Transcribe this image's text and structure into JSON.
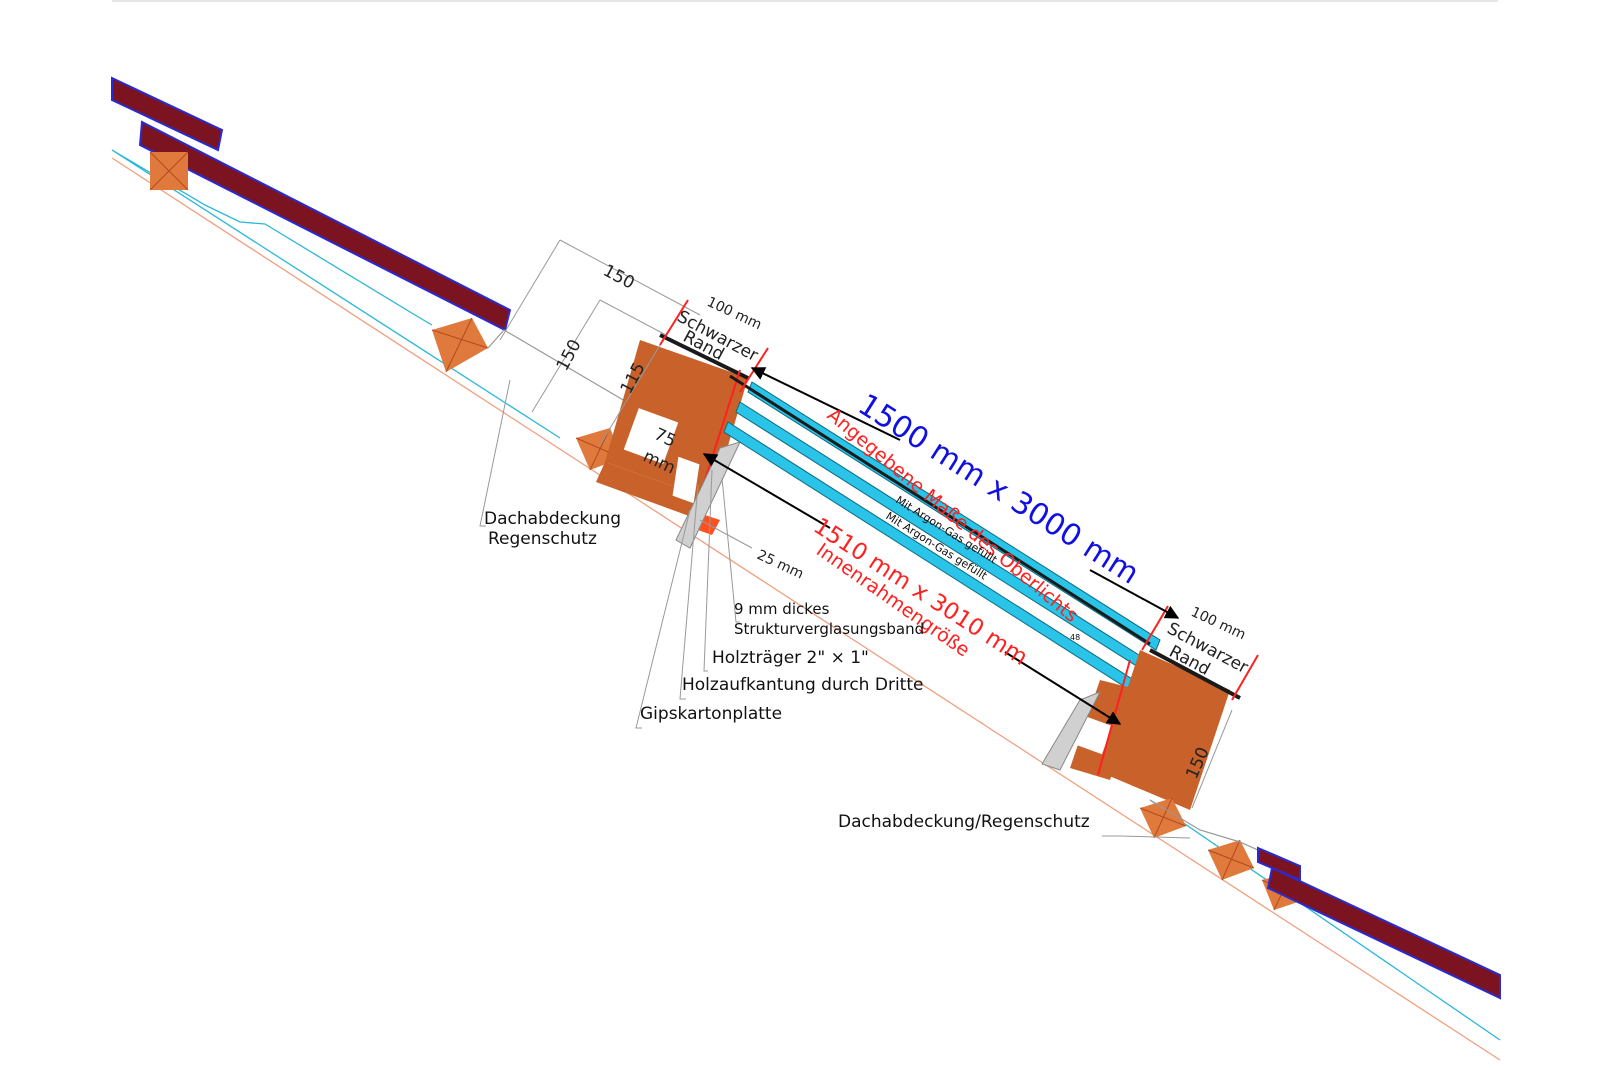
{
  "colors": {
    "tile": "#7b1420",
    "tile_edge": "#2a2ad0",
    "wood": "#c8612a",
    "batten": "#e07a3c",
    "glass": "#29c4e8",
    "blue_text": "#1010e0",
    "red_text": "#ff2020",
    "membrane": "#2ab8d8"
  },
  "dimensions": {
    "overall_150": "150",
    "height_150_left": "150",
    "height_115": "115",
    "inner_75": "75",
    "inner_mm": "mm",
    "offset_25": "25 mm",
    "height_150_right": "150",
    "gap_48": "48"
  },
  "black_border": {
    "top_width": "100 mm",
    "top_line1": "Schwarzer",
    "top_line2": "Rand",
    "bottom_width": "100 mm",
    "bottom_line1": "Schwarzer",
    "bottom_line2": "Rand"
  },
  "glazing": {
    "stated_size": "1500 mm x 3000 mm",
    "stated_caption": "Angegebene Maße des Oberlichts",
    "inner_size": "1510 mm x 3010 mm",
    "inner_caption": "Innenrahmengröße",
    "gas_fill_1": "Mit Argon-Gas gefüllt",
    "gas_fill_2": "Mit Argon-Gas gefüllt"
  },
  "labels": {
    "roof_left_line1": "Dachabdeckung",
    "roof_left_line2": "Regenschutz",
    "glazing_tape_line1": "9 mm dickes",
    "glazing_tape_line2": "Strukturverglasungsband",
    "timber_batten": "Holzträger 2\" × 1\"",
    "upstand": "Holzaufkantung durch Dritte",
    "plasterboard": "Gipskartonplatte",
    "roof_right": "Dachabdeckung/Regenschutz"
  }
}
